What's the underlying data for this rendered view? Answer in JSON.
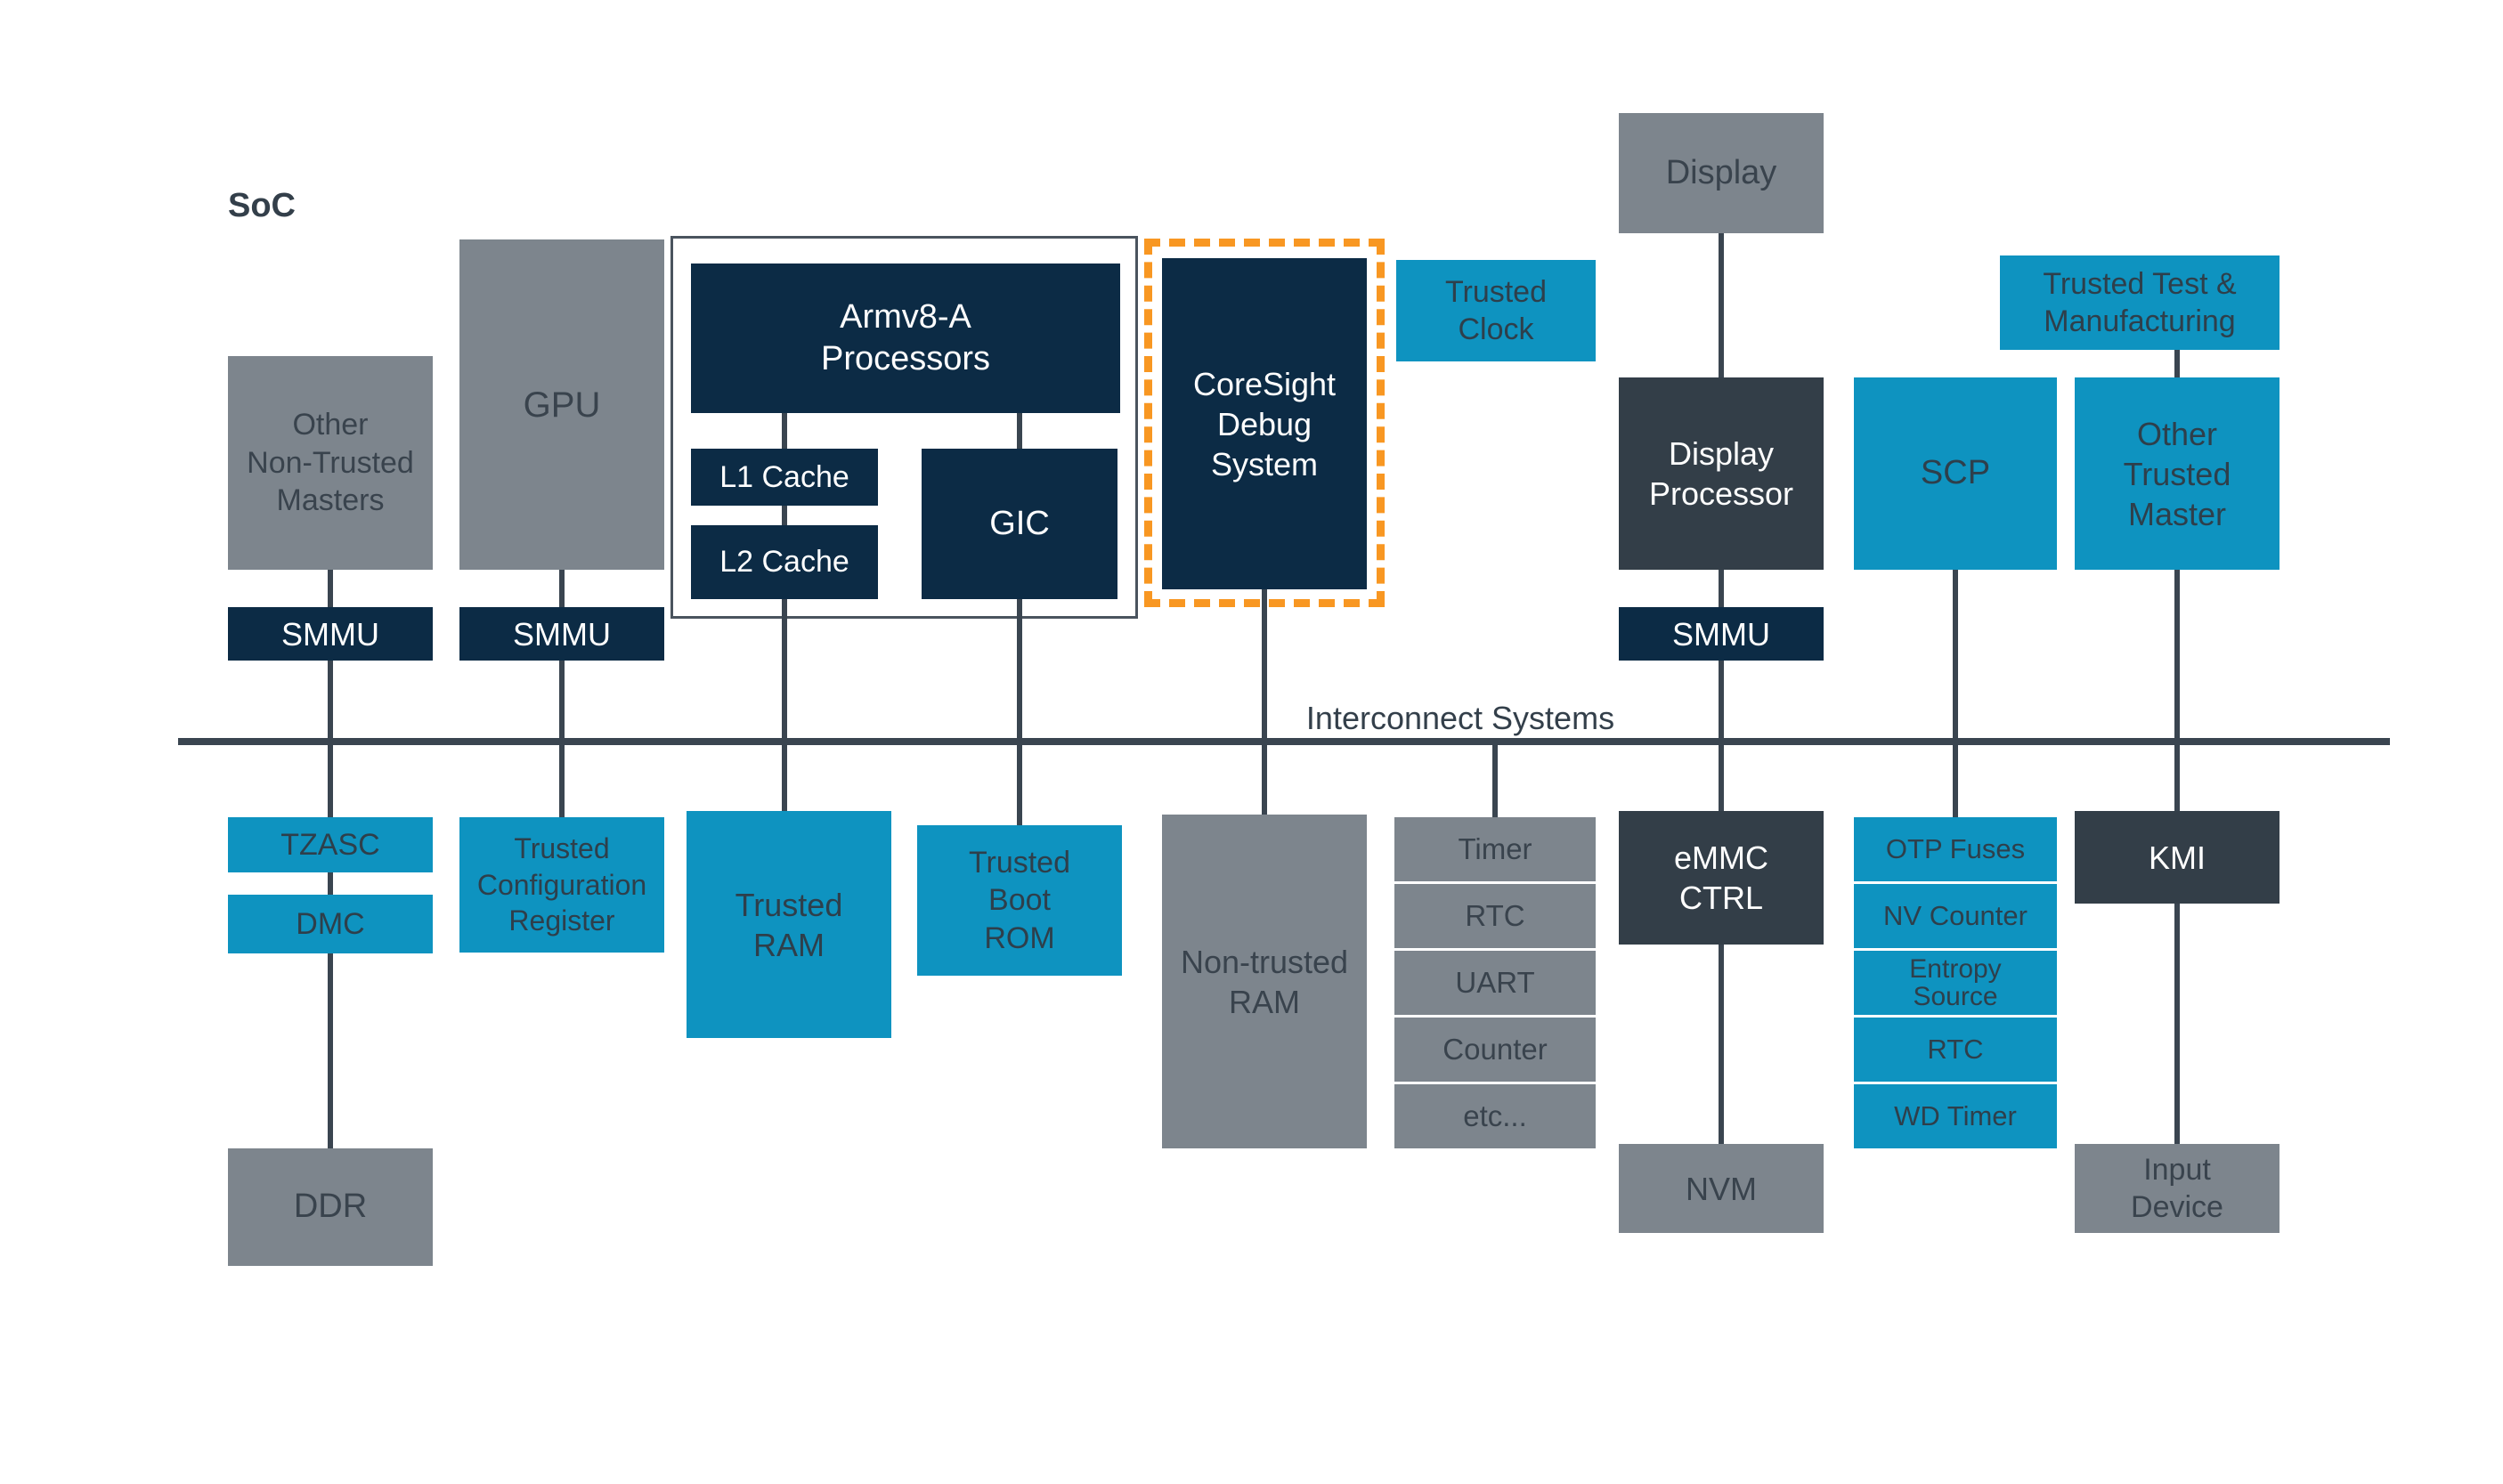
{
  "page": {
    "diagram_scope_label": "SoC"
  },
  "interconnect": {
    "label": "Interconnect Systems"
  },
  "colors": {
    "non_trusted_gray": "#7D858D",
    "trusted_teal": "#0E93C0",
    "secure_navy": "#0C2B45",
    "controller_slate": "#333E48",
    "debug_highlight_orange": "#F89722",
    "connector_line": "#3A4550",
    "text_dark": "#39434D",
    "text_light": "#FFFFFF"
  },
  "blocks": {
    "other_non_trusted_masters": "Other\nNon-Trusted\nMasters",
    "gpu": "GPU",
    "smmu": "SMMU",
    "armv8_processors": "Armv8-A\nProcessors",
    "l1_cache": "L1 Cache",
    "l2_cache": "L2 Cache",
    "gic": "GIC",
    "coresight_debug_system": "CoreSight\nDebug\nSystem",
    "trusted_clock": "Trusted\nClock",
    "display": "Display",
    "display_processor": "Display\nProcessor",
    "scp": "SCP",
    "trusted_test_manufacturing": "Trusted Test &\nManufacturing",
    "other_trusted_master": "Other\nTrusted\nMaster",
    "tzasc": "TZASC",
    "dmc": "DMC",
    "ddr": "DDR",
    "trusted_configuration_register": "Trusted\nConfiguration\nRegister",
    "trusted_ram": "Trusted\nRAM",
    "trusted_boot_rom": "Trusted\nBoot\nROM",
    "non_trusted_ram": "Non-trusted\nRAM",
    "emmc_ctrl": "eMMC\nCTRL",
    "nvm": "NVM",
    "kmi": "KMI",
    "input_device": "Input\nDevice"
  },
  "peripherals": [
    "Timer",
    "RTC",
    "UART",
    "Counter",
    "etc..."
  ],
  "security_peripherals": [
    "OTP Fuses",
    "NV Counter",
    "Entropy\nSource",
    "RTC",
    "WD Timer"
  ]
}
